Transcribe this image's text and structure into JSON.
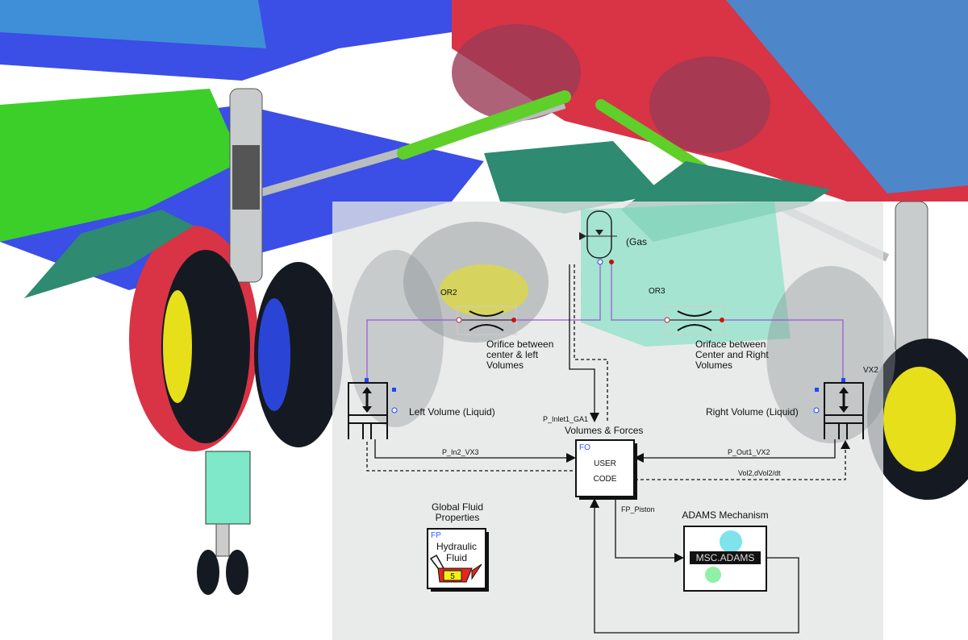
{
  "schematic": {
    "accumulator": {
      "label_partial": "(Gas"
    },
    "orifice_left": {
      "id": "OR2",
      "caption": [
        "Orifice between",
        "center & left",
        "Volumes"
      ]
    },
    "orifice_right": {
      "id": "OR3",
      "caption": [
        "Oriface between",
        "Center and Right",
        "Volumes"
      ]
    },
    "left_volume": {
      "label": "Left Volume (Liquid)"
    },
    "right_volume": {
      "label": "Right Volume (Liquid)",
      "id": "VX2"
    },
    "user_code": {
      "title": "Volumes & Forces",
      "tag": "FO",
      "line1": "USER",
      "line2": "CODE"
    },
    "signals": {
      "inlet": "P_Inlet1_GA1",
      "left_in": "P_In2_VX3",
      "right_out": "P_Out1_VX2",
      "right_vol": "Vol2,dVol2/dt",
      "piston": "FP_Piston"
    },
    "fluid": {
      "title_line1": "Global Fluid",
      "title_line2": "Properties",
      "tag": "FP",
      "line1": "Hydraulic",
      "line2": "Fluid",
      "number": "5"
    },
    "adams": {
      "title": "ADAMS Mechanism",
      "logo": "MSC.ADAMS"
    }
  },
  "colors": {
    "panel": "#e3e6e5",
    "wing_blue": "#3b4ee6",
    "fuselage_red": "#d93346",
    "panel_green": "#3ccf2a",
    "door_teal": "#2e8a70",
    "tire": "#151a22",
    "hub_yellow": "#e6df1a",
    "signal_line": "#9a55d6"
  }
}
